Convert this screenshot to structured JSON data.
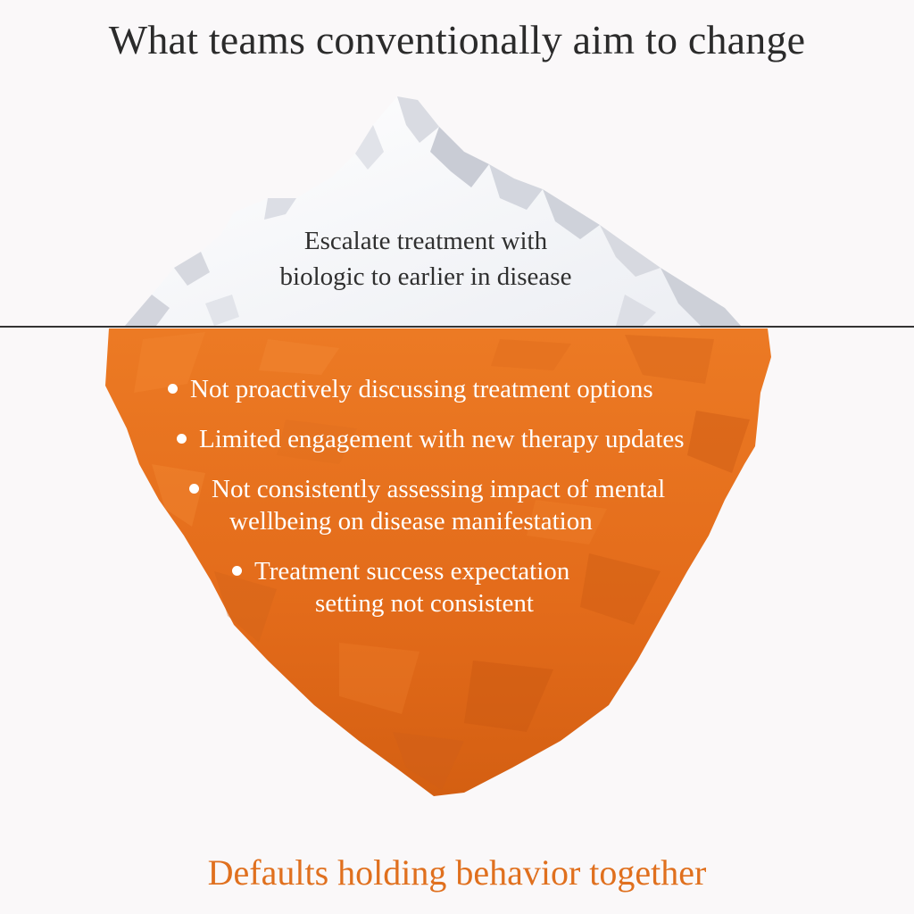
{
  "title": "What teams conventionally aim to change",
  "tip": {
    "line1": "Escalate treatment with",
    "line2": "biologic to earlier in disease"
  },
  "underwater": {
    "items": [
      {
        "line1": "Not proactively discussing treatment options"
      },
      {
        "line1": "Limited engagement with new therapy updates"
      },
      {
        "line1": "Not consistently assessing impact of mental",
        "line2": "wellbeing on disease manifestation"
      },
      {
        "line1": "Treatment success expectation",
        "line2": "setting not consistent"
      }
    ]
  },
  "footer": "Defaults holding behavior together",
  "colors": {
    "iceberg_orange": "#e8731f",
    "iceberg_orange_dark": "#c95a12",
    "ice_white": "#ffffff",
    "ice_shadow": "#d4d5dc",
    "footer_text": "#e0701e",
    "waterline": "#333333",
    "background": "#faf8f9"
  }
}
